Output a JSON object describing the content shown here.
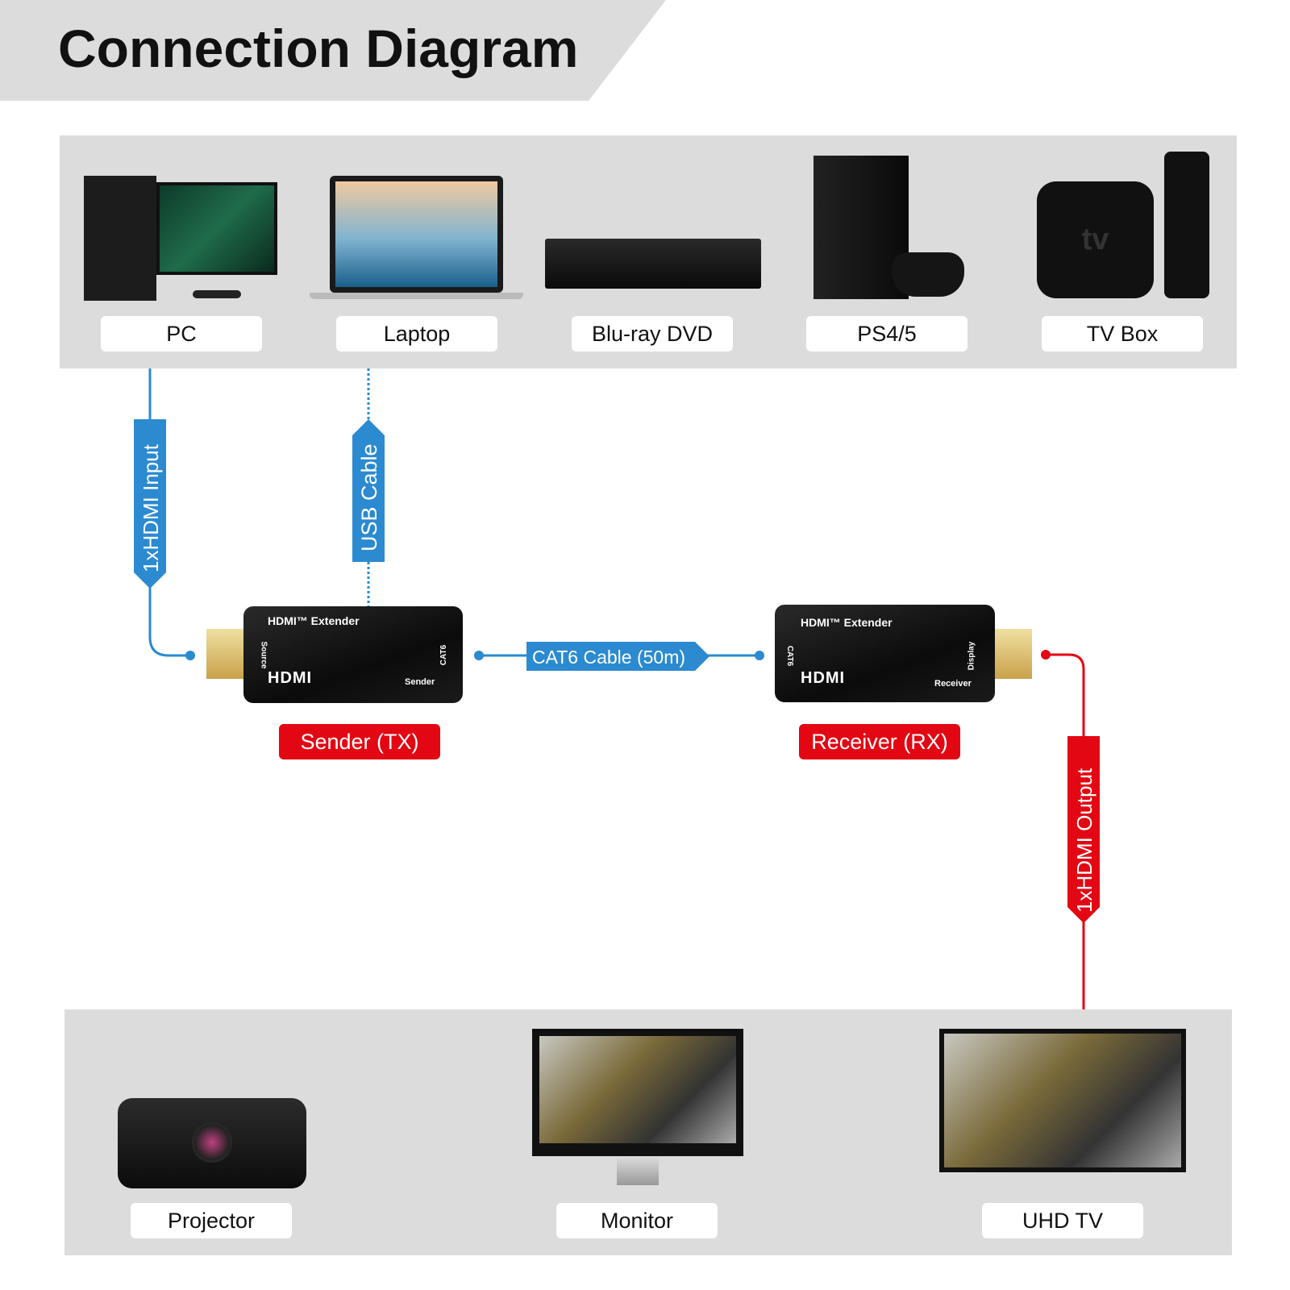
{
  "title": "Connection Diagram",
  "sources": [
    {
      "label": "PC",
      "icon": "pc-icon"
    },
    {
      "label": "Laptop",
      "icon": "laptop-icon"
    },
    {
      "label": "Blu-ray DVD",
      "icon": "bluray-player-icon"
    },
    {
      "label": "PS4/5",
      "icon": "game-console-icon"
    },
    {
      "label": "TV Box",
      "icon": "tv-box-icon"
    }
  ],
  "outputs": [
    {
      "label": "Projector",
      "icon": "projector-icon"
    },
    {
      "label": "Monitor",
      "icon": "monitor-icon"
    },
    {
      "label": "UHD TV",
      "icon": "tv-icon"
    }
  ],
  "connections": {
    "hdmi_input": "1xHDMI Input",
    "usb": "USB Cable",
    "cat6": "CAT6 Cable (50m)",
    "hdmi_output": "1xHDMI Output"
  },
  "sender": {
    "brand": "HDMI™ Extender",
    "logo": "HDMI",
    "port_left": "Source",
    "port_right": "CAT6",
    "type": "Sender",
    "label": "Sender (TX)"
  },
  "receiver": {
    "brand": "HDMI™ Extender",
    "logo": "HDMI",
    "port_left": "CAT6",
    "port_right": "Display",
    "type": "Receiver",
    "label": "Receiver (RX)"
  },
  "tvbox_logo": "tv",
  "colors": {
    "blue": "#2b8ad0",
    "red": "#e30613",
    "panel": "#dcdcdc"
  }
}
